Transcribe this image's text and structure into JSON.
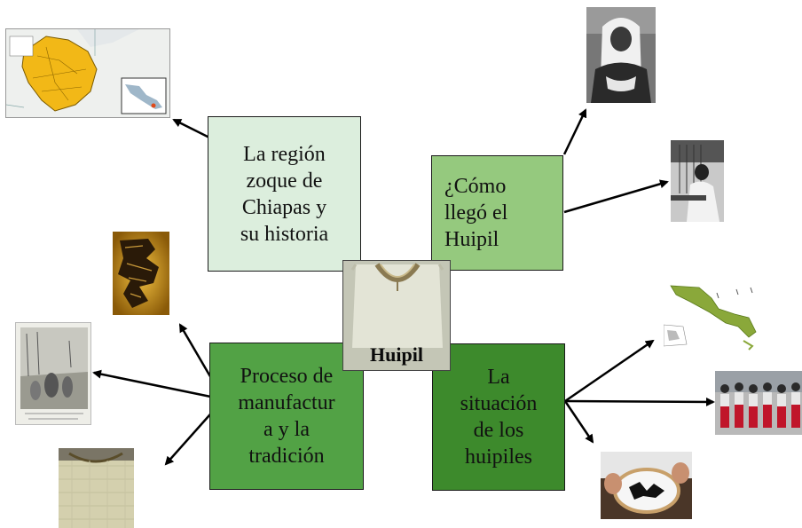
{
  "title": "Huipil",
  "boxes": {
    "region": "La región\nzoque de\nChiapas y\nsu historia",
    "arrival": "¿Cómo\nllegó el\nHuipil",
    "process": "Proceso de\nmanufactur\na y la\ntradición",
    "situation": "La\nsituación\nde los\nhuipiles"
  },
  "colors": {
    "region_box": "#dceedd",
    "arrival_box": "#95c97e",
    "process_box": "#52a245",
    "situation_box": "#3d8a2c",
    "map_fill": "#f2b817",
    "arrow": "#000000"
  }
}
